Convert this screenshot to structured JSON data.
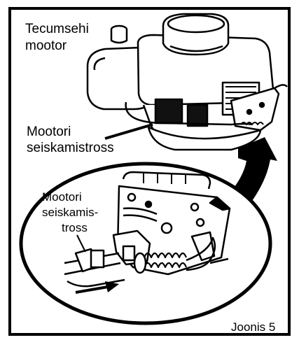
{
  "title": {
    "line1": "Tecumsehi",
    "line2": "mootor"
  },
  "callout_top": {
    "line1": "Mootori",
    "line2": "seiskamistross"
  },
  "callout_inset": {
    "line1": "Mootori",
    "line2": "seiskamis-",
    "line3": "tross"
  },
  "figure_label": "Joonis 5"
}
